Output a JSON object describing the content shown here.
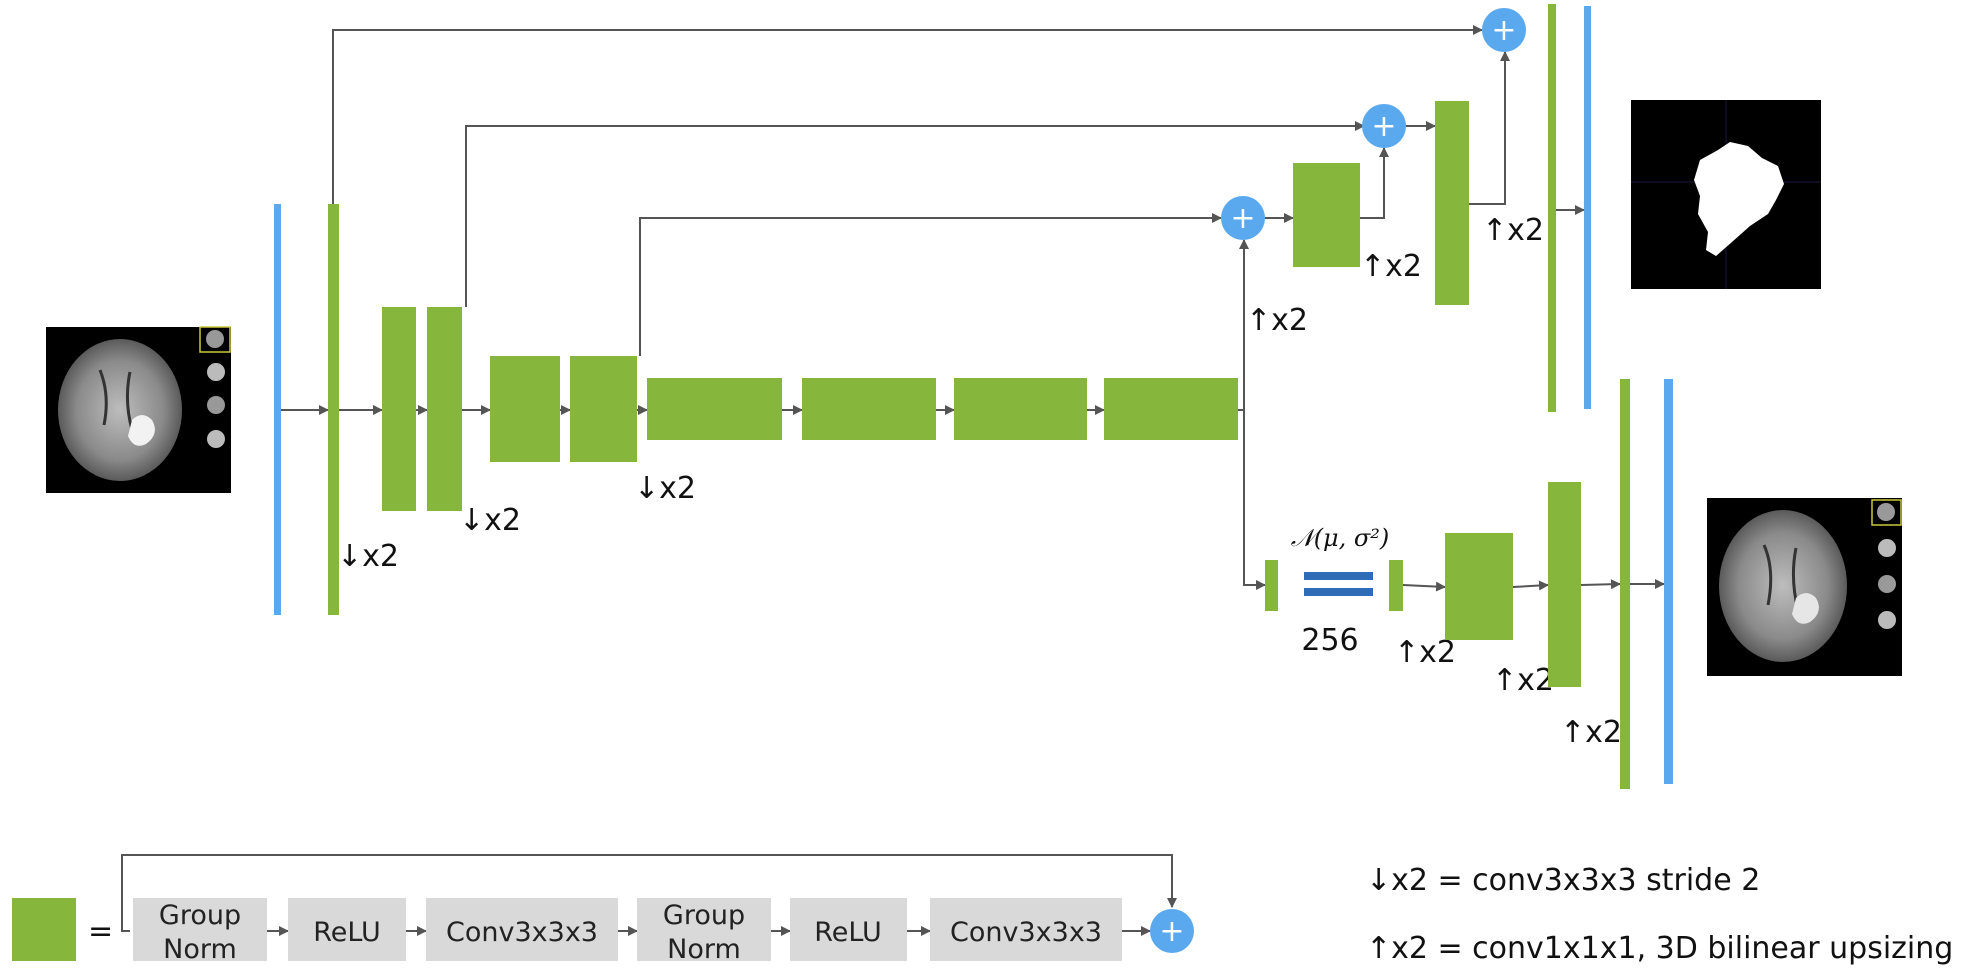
{
  "colors": {
    "green": "#86b63c",
    "blue": "#5aa9ee",
    "plus": "#5aa9ee",
    "arrow": "#555555",
    "latent": "#2e6cb8",
    "grey_box": "#d9d9d9"
  },
  "labels": {
    "down1": "↓x2",
    "down2": "↓x2",
    "down3": "↓x2",
    "up1": "↑x2",
    "up2": "↑x2",
    "up3": "↑x2",
    "vae_up1": "↑x2",
    "vae_up2": "↑x2",
    "vae_up3": "↑x2",
    "latent_dist": "𝒩(μ, σ²)",
    "latent_size": "256",
    "plus_sign": "+"
  },
  "legend": {
    "equals": "=",
    "blocks": [
      "Group Norm",
      "ReLU",
      "Conv3x3x3",
      "Group Norm",
      "ReLU",
      "Conv3x3x3"
    ],
    "down_def": "↓x2 = conv3x3x3 stride 2",
    "up_def": "↑x2 = conv1x1x1, 3D bilinear upsizing"
  },
  "icons": {
    "input_image": "brain-mri-icon",
    "seg_output": "tumor-mask-icon",
    "recon_output": "brain-mri-icon",
    "plus": "plus-icon"
  }
}
